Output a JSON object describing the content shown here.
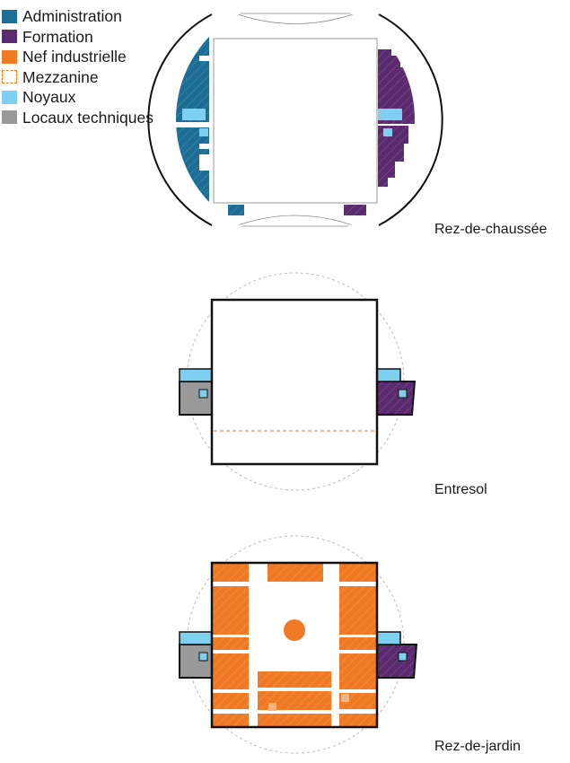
{
  "colors": {
    "administration": "#1c6e96",
    "formation": "#5c2a6e",
    "nef": "#f07a24",
    "mezzanine": "#f07a24",
    "noyaux": "#7fcff0",
    "techniques": "#999999",
    "outline": "#111111",
    "ghost": "#bbbbbb"
  },
  "legend": [
    {
      "key": "administration",
      "label": "Administration",
      "style": "solid"
    },
    {
      "key": "formation",
      "label": "Formation",
      "style": "solid"
    },
    {
      "key": "nef",
      "label": "Nef industrielle",
      "style": "solid"
    },
    {
      "key": "mezzanine",
      "label": "Mezzanine",
      "style": "dashed"
    },
    {
      "key": "noyaux",
      "label": "Noyaux",
      "style": "solid"
    },
    {
      "key": "techniques",
      "label": "Locaux techniques",
      "style": "solid"
    }
  ],
  "plans": {
    "rdc": {
      "label": "Rez-de-chaussée"
    },
    "entresol": {
      "label": "Entresol"
    },
    "jardin": {
      "label": "Rez-de-jardin"
    }
  }
}
